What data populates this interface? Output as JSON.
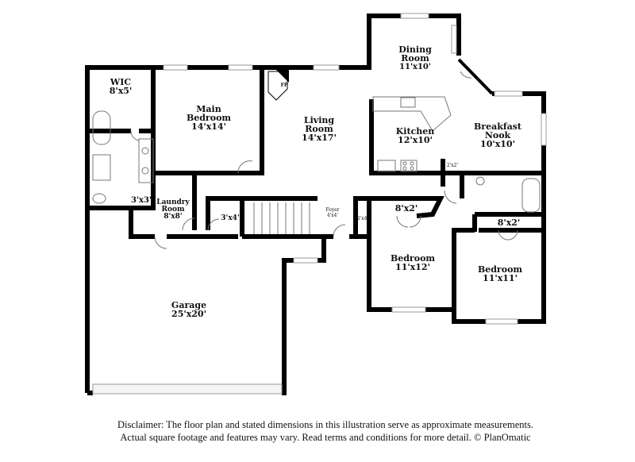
{
  "rooms": {
    "dining": {
      "name": "Dining Room",
      "line1": "Dining",
      "line2": "Room",
      "size": "11'x10'"
    },
    "wic": {
      "line1": "WIC",
      "size": "8'x5'"
    },
    "main_bedroom": {
      "line1": "Main",
      "line2": "Bedroom",
      "size": "14'x14'"
    },
    "fp": {
      "label": "FP"
    },
    "living": {
      "line1": "Living",
      "line2": "Room",
      "size": "14'x17'"
    },
    "kitchen": {
      "line1": "Kitchen",
      "size": "12'x10'"
    },
    "breakfast": {
      "line1": "Breakfast",
      "line2": "Nook",
      "size": "10'x10'"
    },
    "closet_2x2": {
      "size": "2'x2'"
    },
    "closet_3x3": {
      "size": "3'x3'"
    },
    "laundry": {
      "line1": "Laundry",
      "line2": "Room",
      "size": "8'x8'"
    },
    "closet_3x4": {
      "size": "3'x4'"
    },
    "foyer": {
      "line1": "Foyer",
      "size": "4'x4'"
    },
    "closet_2x4": {
      "size": "2'x4'"
    },
    "closet_8x2_a": {
      "size": "8'x2'"
    },
    "closet_8x2_b": {
      "size": "8'x2'"
    },
    "bedroom_1": {
      "line1": "Bedroom",
      "size": "11'x12'"
    },
    "bedroom_2": {
      "line1": "Bedroom",
      "size": "11'x11'"
    },
    "garage": {
      "line1": "Garage",
      "size": "25'x20'"
    }
  },
  "disclaimer": {
    "line1": "Disclaimer: The floor plan and stated dimensions in this illustration serve as approximate measurements.",
    "line2": "Actual square footage and features may vary. Read terms and conditions for more detail. © PlanOmatic"
  },
  "colors": {
    "wall": "#000000",
    "window": "#cccccc",
    "fixture": "#888888"
  }
}
